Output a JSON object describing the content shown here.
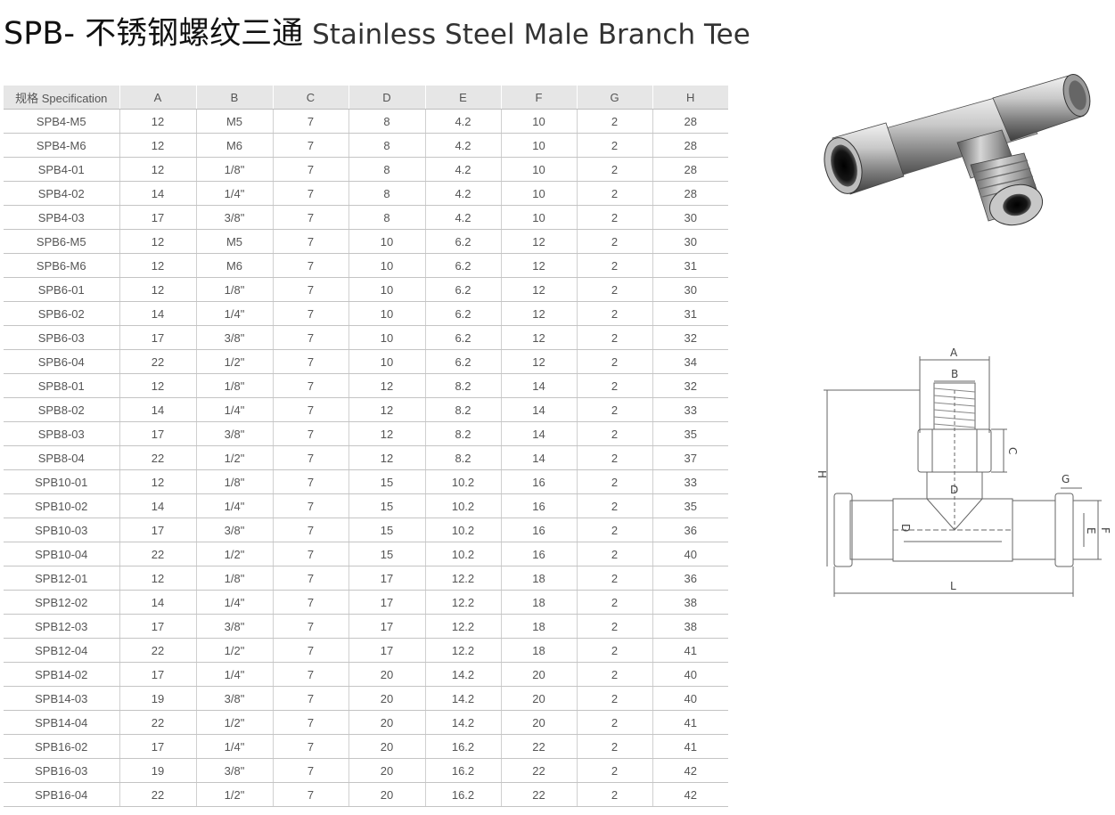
{
  "title": {
    "cn": "SPB- 不锈钢螺纹三通",
    "en": "Stainless Steel Male Branch Tee"
  },
  "table": {
    "headers": [
      "规格 Specification",
      "A",
      "B",
      "C",
      "D",
      "E",
      "F",
      "G",
      "H"
    ],
    "rows": [
      [
        "SPB4-M5",
        "12",
        "M5",
        "7",
        "8",
        "4.2",
        "10",
        "2",
        "28"
      ],
      [
        "SPB4-M6",
        "12",
        "M6",
        "7",
        "8",
        "4.2",
        "10",
        "2",
        "28"
      ],
      [
        "SPB4-01",
        "12",
        "1/8\"",
        "7",
        "8",
        "4.2",
        "10",
        "2",
        "28"
      ],
      [
        "SPB4-02",
        "14",
        "1/4\"",
        "7",
        "8",
        "4.2",
        "10",
        "2",
        "28"
      ],
      [
        "SPB4-03",
        "17",
        "3/8\"",
        "7",
        "8",
        "4.2",
        "10",
        "2",
        "30"
      ],
      [
        "SPB6-M5",
        "12",
        "M5",
        "7",
        "10",
        "6.2",
        "12",
        "2",
        "30"
      ],
      [
        "SPB6-M6",
        "12",
        "M6",
        "7",
        "10",
        "6.2",
        "12",
        "2",
        "31"
      ],
      [
        "SPB6-01",
        "12",
        "1/8\"",
        "7",
        "10",
        "6.2",
        "12",
        "2",
        "30"
      ],
      [
        "SPB6-02",
        "14",
        "1/4\"",
        "7",
        "10",
        "6.2",
        "12",
        "2",
        "31"
      ],
      [
        "SPB6-03",
        "17",
        "3/8\"",
        "7",
        "10",
        "6.2",
        "12",
        "2",
        "32"
      ],
      [
        "SPB6-04",
        "22",
        "1/2\"",
        "7",
        "10",
        "6.2",
        "12",
        "2",
        "34"
      ],
      [
        "SPB8-01",
        "12",
        "1/8\"",
        "7",
        "12",
        "8.2",
        "14",
        "2",
        "32"
      ],
      [
        "SPB8-02",
        "14",
        "1/4\"",
        "7",
        "12",
        "8.2",
        "14",
        "2",
        "33"
      ],
      [
        "SPB8-03",
        "17",
        "3/8\"",
        "7",
        "12",
        "8.2",
        "14",
        "2",
        "35"
      ],
      [
        "SPB8-04",
        "22",
        "1/2\"",
        "7",
        "12",
        "8.2",
        "14",
        "2",
        "37"
      ],
      [
        "SPB10-01",
        "12",
        "1/8\"",
        "7",
        "15",
        "10.2",
        "16",
        "2",
        "33"
      ],
      [
        "SPB10-02",
        "14",
        "1/4\"",
        "7",
        "15",
        "10.2",
        "16",
        "2",
        "35"
      ],
      [
        "SPB10-03",
        "17",
        "3/8\"",
        "7",
        "15",
        "10.2",
        "16",
        "2",
        "36"
      ],
      [
        "SPB10-04",
        "22",
        "1/2\"",
        "7",
        "15",
        "10.2",
        "16",
        "2",
        "40"
      ],
      [
        "SPB12-01",
        "12",
        "1/8\"",
        "7",
        "17",
        "12.2",
        "18",
        "2",
        "36"
      ],
      [
        "SPB12-02",
        "14",
        "1/4\"",
        "7",
        "17",
        "12.2",
        "18",
        "2",
        "38"
      ],
      [
        "SPB12-03",
        "17",
        "3/8\"",
        "7",
        "17",
        "12.2",
        "18",
        "2",
        "38"
      ],
      [
        "SPB12-04",
        "22",
        "1/2\"",
        "7",
        "17",
        "12.2",
        "18",
        "2",
        "41"
      ],
      [
        "SPB14-02",
        "17",
        "1/4\"",
        "7",
        "20",
        "14.2",
        "20",
        "2",
        "40"
      ],
      [
        "SPB14-03",
        "19",
        "3/8\"",
        "7",
        "20",
        "14.2",
        "20",
        "2",
        "40"
      ],
      [
        "SPB14-04",
        "22",
        "1/2\"",
        "7",
        "20",
        "14.2",
        "20",
        "2",
        "41"
      ],
      [
        "SPB16-02",
        "17",
        "1/4\"",
        "7",
        "20",
        "16.2",
        "22",
        "2",
        "41"
      ],
      [
        "SPB16-03",
        "19",
        "3/8\"",
        "7",
        "20",
        "16.2",
        "22",
        "2",
        "42"
      ],
      [
        "SPB16-04",
        "22",
        "1/2\"",
        "7",
        "20",
        "16.2",
        "22",
        "2",
        "42"
      ]
    ]
  },
  "drawing": {
    "labels": {
      "A": "A",
      "B": "B",
      "C": "C",
      "D": "D",
      "E": "E",
      "F": "F",
      "G": "G",
      "H": "H",
      "L": "L"
    }
  },
  "colors": {
    "header_bg": "#e6e6e6",
    "row_line": "#c4c4c4",
    "drawing_line": "#666666"
  }
}
